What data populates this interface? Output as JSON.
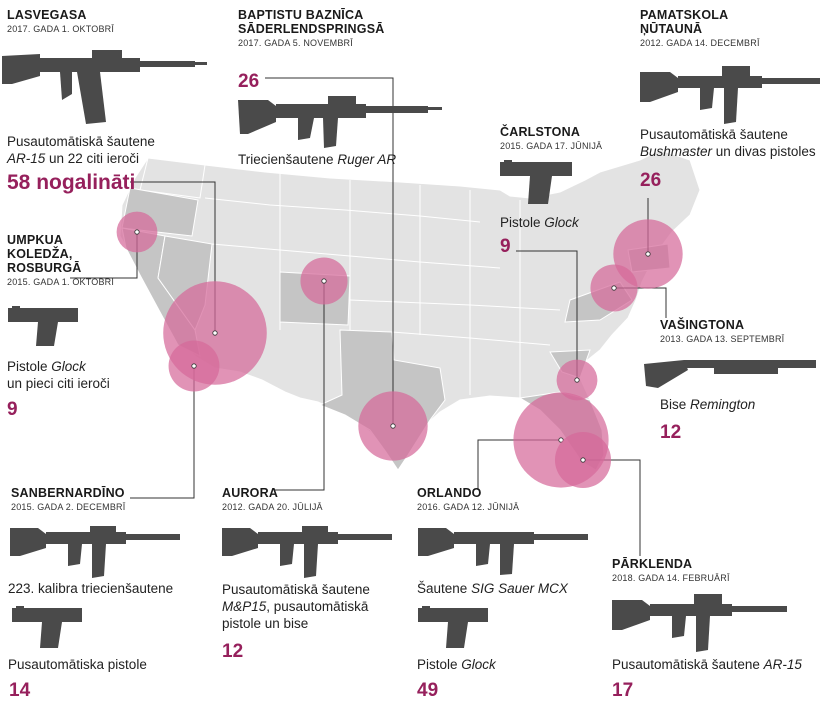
{
  "colors": {
    "accent": "#96205c",
    "circle": "#d6699a",
    "map_light": "#e2e2e2",
    "map_dark": "#c4c4c4",
    "gun": "#4a4a4a"
  },
  "events": [
    {
      "id": "lasvegas",
      "city": "LASVEGASA",
      "date": "2017. GADA 1. OKTOBRĪ",
      "desc_plain": "Pusautomātiskā šautene",
      "desc_italic": "AR-15",
      "desc_rest": " un 22 citi ieroči",
      "victims": "58 nogalināti",
      "victims_value": 58,
      "guns": [
        "rifle-icon"
      ]
    },
    {
      "id": "umpkua",
      "city": "UMPKUA KOLEDŽA, ROSBURGĀ",
      "city_lines": [
        "UMPKUA",
        "KOLEDŽA,",
        "ROSBURGĀ"
      ],
      "date": "2015. GADA 1. OKTOBRĪ",
      "desc_plain": "Pistole",
      "desc_italic": "Glock",
      "desc_rest2": "un pieci citi ieroči",
      "victims": "9",
      "victims_value": 9,
      "guns": [
        "pistol-icon"
      ]
    },
    {
      "id": "sanbernardino",
      "city": "SANBERNARDĪNO",
      "date": "2015. GADA 2. DECEMBRĪ",
      "desc1": "223. kalibra triecienšautene",
      "desc2": "Pusautomātiska pistole",
      "victims": "14",
      "victims_value": 14,
      "guns": [
        "rifle-icon",
        "pistol-icon"
      ]
    },
    {
      "id": "aurora",
      "city": "AURORA",
      "date": "2012. GADA 20. JŪLIJĀ",
      "desc_plain": "Pusautomātiskā šautene",
      "desc_italic": "M&P15",
      "desc_rest": ", pusautomātiskā",
      "desc_rest2": "pistole un bise",
      "victims": "12",
      "victims_value": 12,
      "guns": [
        "rifle-icon"
      ]
    },
    {
      "id": "sutherland",
      "city_lines": [
        "BAPTISTU BAZNĪCA",
        "SĀDERLENDSPRINGSĀ"
      ],
      "date": "2017. GADA 5. NOVEMBRĪ",
      "victims": "26",
      "victims_value": 26,
      "desc_plain": "Triecienšautene",
      "desc_italic": "Ruger AR",
      "guns": [
        "rifle-icon"
      ]
    },
    {
      "id": "orlando",
      "city": "ORLANDO",
      "date": "2016. GADA 12. JŪNIJĀ",
      "desc_plain": "Šautene",
      "desc_italic": "SIG Sauer MCX",
      "desc2_plain": "Pistole",
      "desc2_italic": "Glock",
      "victims": "49",
      "victims_value": 49,
      "guns": [
        "rifle-icon",
        "pistol-icon"
      ]
    },
    {
      "id": "charleston",
      "city": "ČARLSTONA",
      "date": "2015. GADA 17. JŪNIJĀ",
      "desc_plain": "Pistole",
      "desc_italic": "Glock",
      "victims": "9",
      "victims_value": 9,
      "guns": [
        "pistol-icon"
      ]
    },
    {
      "id": "newtown",
      "city_lines": [
        "PAMATSKOLA",
        "ŅŪTAUNĀ"
      ],
      "date": "2012. GADA 14. DECEMBRĪ",
      "desc_plain": "Pusautomātiskā šautene",
      "desc_italic": "Bushmaster",
      "desc_rest": " un divas pistoles",
      "victims": "26",
      "victims_value": 26,
      "guns": [
        "rifle-icon"
      ]
    },
    {
      "id": "washington",
      "city": "VAŠINGTONA",
      "date": "2013. GADA 13. SEPTEMBRĪ",
      "desc_plain": "Bise",
      "desc_italic": "Remington",
      "victims": "12",
      "victims_value": 12,
      "guns": [
        "shotgun-icon"
      ]
    },
    {
      "id": "parkland",
      "city": "PĀRKLENDA",
      "date": "2018. GADA 14. FEBRUĀRĪ",
      "desc_plain": "Pusautomātiskā šautene",
      "desc_italic": "AR-15",
      "victims": "17",
      "victims_value": 17,
      "guns": [
        "rifle-icon"
      ]
    }
  ]
}
